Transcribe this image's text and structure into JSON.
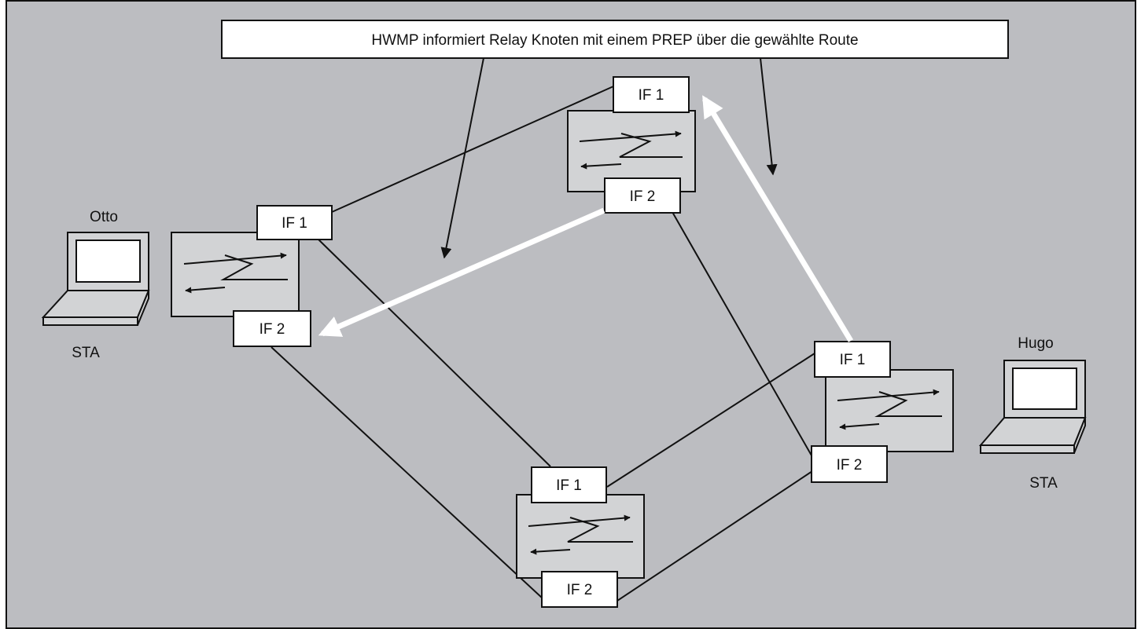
{
  "caption": "HWMP informiert Relay Knoten mit einem PREP über die gewählte Route",
  "interface_labels": {
    "if1": "IF 1",
    "if2": "IF 2"
  },
  "stations": {
    "left": {
      "name": "Otto",
      "type": "STA"
    },
    "right": {
      "name": "Hugo",
      "type": "STA"
    }
  },
  "colors": {
    "background": "#bcbdc1",
    "node_fill": "#d2d3d5",
    "label_fill": "#ffffff",
    "line": "#111111",
    "route_arrow": "#ffffff"
  }
}
